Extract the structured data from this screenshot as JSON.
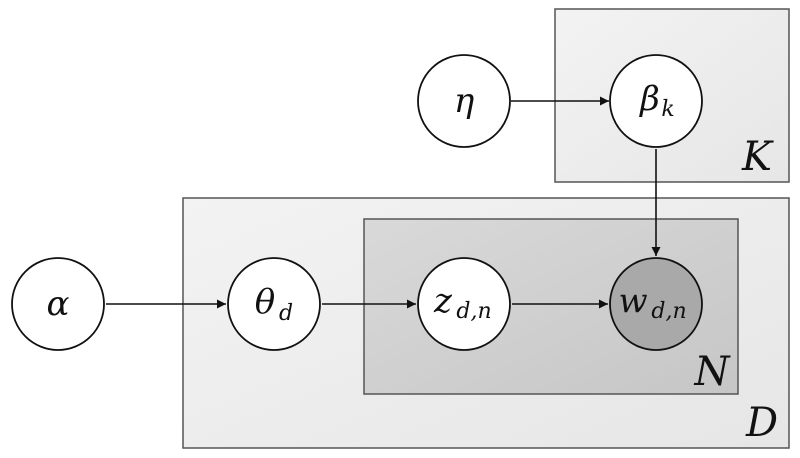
{
  "nodes": {
    "alpha": {
      "symbol": "α",
      "subscript": "",
      "observed": false
    },
    "eta": {
      "symbol": "η",
      "subscript": "",
      "observed": false
    },
    "beta": {
      "symbol": "β",
      "subscript": "k",
      "observed": false
    },
    "theta": {
      "symbol": "θ",
      "subscript": "d",
      "observed": false
    },
    "z": {
      "symbol": "z",
      "subscript": "d,n",
      "observed": false
    },
    "w": {
      "symbol": "w",
      "subscript": "d,n",
      "observed": true
    }
  },
  "plates": {
    "K": {
      "label": "K"
    },
    "D": {
      "label": "D"
    },
    "N": {
      "label": "N"
    }
  },
  "edges": [
    {
      "from": "eta",
      "to": "beta"
    },
    {
      "from": "beta",
      "to": "w"
    },
    {
      "from": "alpha",
      "to": "theta"
    },
    {
      "from": "theta",
      "to": "z"
    },
    {
      "from": "z",
      "to": "w"
    }
  ],
  "colors": {
    "observed_node": "#a9a9a9",
    "latent_node": "#ffffff",
    "outer_plate": "#ededed",
    "inner_plate": "#cfcfcf"
  }
}
